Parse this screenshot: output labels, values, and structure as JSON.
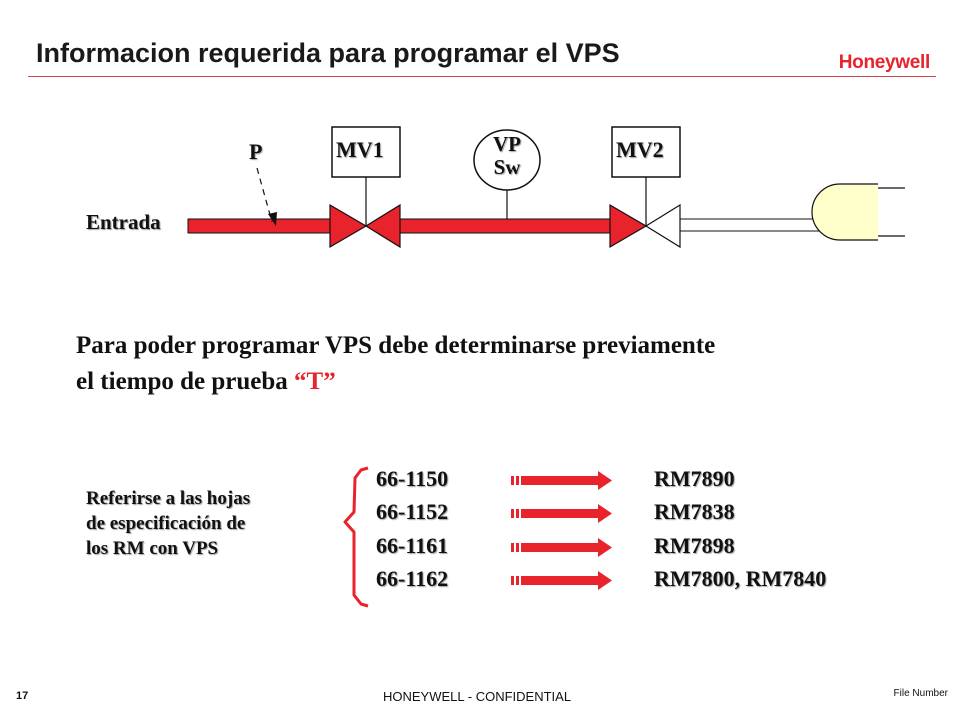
{
  "header": {
    "title": "Informacion requerida para programar el VPS",
    "logo": "Honeywell"
  },
  "diagram": {
    "pressure_label": "P",
    "inlet_label": "Entrada",
    "valve1_label": "MV1",
    "valve2_label": "MV2",
    "switch_label_line1": "VP",
    "switch_label_line2": "Sw"
  },
  "paragraph": {
    "line1": "Para poder programar VPS debe determinarse previamente",
    "line2_text": "el tiempo de prueba ",
    "line2_accent": "“T”"
  },
  "reference": {
    "line1": "Referirse a las hojas",
    "line2": "de especificación de",
    "line3": "los RM con VPS"
  },
  "mappings": [
    {
      "spec": "66-1150",
      "model": "RM7890"
    },
    {
      "spec": "66-1152",
      "model": "RM7838"
    },
    {
      "spec": "66-1161",
      "model": "RM7898"
    },
    {
      "spec": "66-1162",
      "model": "RM7800, RM7840"
    }
  ],
  "footer": {
    "page_number": "17",
    "confidential": "HONEYWELL - CONFIDENTIAL",
    "file_number": "File Number"
  },
  "colors": {
    "accent": "#e8232b",
    "burner": "#ffffcc"
  }
}
